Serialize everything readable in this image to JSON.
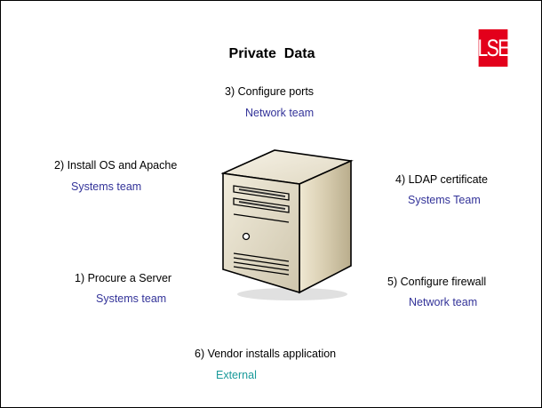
{
  "slide": {
    "title": "Private  Data",
    "logo_text": "LSE",
    "logo_color": "#e3001b",
    "team_color": "#333399",
    "external_color": "#1a9a9a"
  },
  "steps": [
    {
      "label": "3) Configure ports",
      "team": "Network team"
    },
    {
      "label": "2) Install OS and Apache",
      "team": "Systems team"
    },
    {
      "label": "4) LDAP certificate",
      "team": "Systems Team"
    },
    {
      "label": "1)  Procure a Server",
      "team": "Systems team"
    },
    {
      "label": "5) Configure firewall",
      "team": "Network team"
    },
    {
      "label": "6) Vendor installs application",
      "team": "External"
    }
  ],
  "icons": {
    "center": "server-tower-icon"
  }
}
